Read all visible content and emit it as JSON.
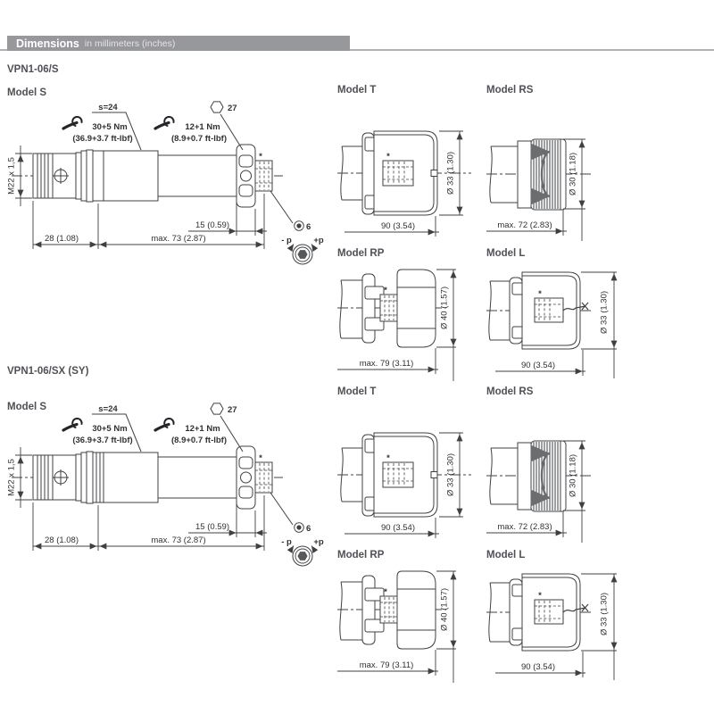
{
  "header": {
    "title": "Dimensions",
    "subtitle": "in millimeters (inches)"
  },
  "colors": {
    "header_bar": "#97989c",
    "line": "#3e4043",
    "label_text": "#4e5156"
  },
  "sections": [
    {
      "title": "VPN1-06/S",
      "model_s": {
        "label": "Model S",
        "s_label": "s=24",
        "hex_af": "27",
        "torque1": "30+5 Nm",
        "torque1_ft": "(36.9+3.7 ft-lbf)",
        "torque2": "12+1 Nm",
        "torque2_ft": "(8.9+0.7 ft-lbf)",
        "thread": "M22 x 1,5",
        "dim_stub": "15 (0.59)",
        "dim_port": "28 (1.08)",
        "dim_body": "max. 73 (2.87)",
        "hex_socket": "6",
        "p_minus": "- p",
        "p_plus": "+p",
        "star": "*"
      },
      "model_t": {
        "label": "Model T",
        "dim_len": "90 (3.54)",
        "dim_dia": "Ø 33 (1.30)",
        "star": "*"
      },
      "model_rs": {
        "label": "Model RS",
        "dim_len": "max. 72 (2.83)",
        "dim_dia": "Ø 30 (1.18)"
      },
      "model_rp": {
        "label": "Model RP",
        "dim_len": "max. 79 (3.11)",
        "dim_dia": "Ø 40 (1.57)",
        "star": "*"
      },
      "model_l": {
        "label": "Model L",
        "dim_len": "90 (3.54)",
        "dim_dia": "Ø 33 (1.30)",
        "star": "*"
      }
    },
    {
      "title": "VPN1-06/SX (SY)",
      "model_s": {
        "label": "Model S",
        "s_label": "s=24",
        "hex_af": "27",
        "torque1": "30+5 Nm",
        "torque1_ft": "(36.9+3.7 ft-lbf)",
        "torque2": "12+1 Nm",
        "torque2_ft": "(8.9+0.7 ft-lbf)",
        "thread": "M22 x 1,5",
        "dim_stub": "15 (0.59)",
        "dim_port": "28 (1.08)",
        "dim_body": "max. 73 (2.87)",
        "hex_socket": "6",
        "p_minus": "- p",
        "p_plus": "+p",
        "star": "*"
      },
      "model_t": {
        "label": "Model T",
        "dim_len": "90 (3.54)",
        "dim_dia": "Ø 33 (1.30)",
        "star": "*"
      },
      "model_rs": {
        "label": "Model RS",
        "dim_len": "max. 72 (2.83)",
        "dim_dia": "Ø 30 (1.18)"
      },
      "model_rp": {
        "label": "Model RP",
        "dim_len": "max. 79 (3.11)",
        "dim_dia": "Ø 40 (1.57)",
        "star": "*"
      },
      "model_l": {
        "label": "Model L",
        "dim_len": "90 (3.54)",
        "dim_dia": "Ø 33 (1.30)",
        "star": "*"
      }
    }
  ]
}
